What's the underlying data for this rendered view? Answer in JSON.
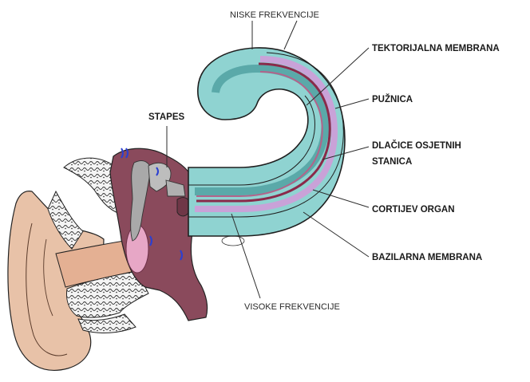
{
  "labels": {
    "niske_frekvencije": "NISKE FREKVENCIJE",
    "tektorijalna_membrana": "TEKTORIJALNA MEMBRANA",
    "puznica": "PUŽNICA",
    "dlacice_line1": "DLAČICE OSJETNIH",
    "dlacice_line2": "STANICA",
    "cortijev_organ": "CORTIJEV ORGAN",
    "bazilarna_membrana": "BAZILARNA MEMBRANA",
    "stapes": "STAPES",
    "visoke_frekvencije": "VISOKE FREKVENCIJE"
  },
  "colors": {
    "cochlea_fill": "#8fd3d1",
    "cochlea_inner": "#64b5b5",
    "basilar_purple": "#c9a2d8",
    "corti_red": "#8a2a4a",
    "tectorial": "#b3638a",
    "middle_ear": "#8a4a5c",
    "ossicle_gray": "#a9a9a9",
    "outer_ear_skin": "#e8c2a8",
    "bone_pattern": "#555555",
    "eardrum_pink": "#e7a7c6",
    "sound_wave_blue": "#2b3fd1"
  }
}
